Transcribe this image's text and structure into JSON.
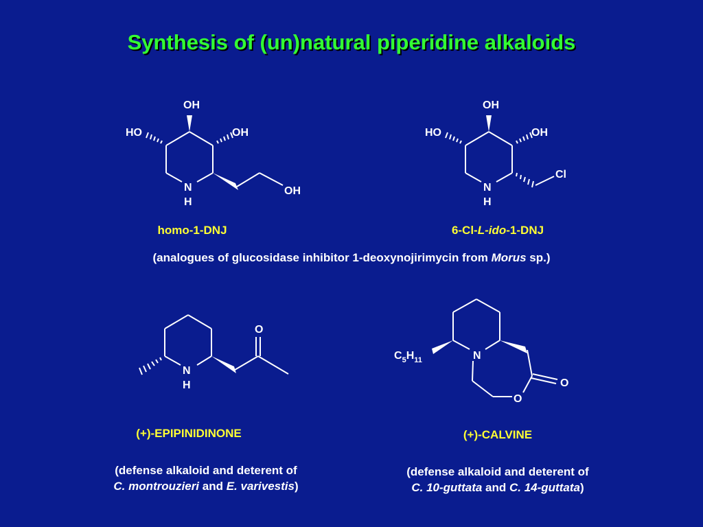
{
  "title": "Synthesis of (un)natural piperidine alkaloids",
  "atoms": {
    "oh": "OH",
    "ho": "HO",
    "n": "N",
    "h": "H",
    "cl": "Cl",
    "o": "O",
    "c": "C",
    "c_sub": "5",
    "h_sub": "11"
  },
  "compounds": {
    "homo": {
      "name": "homo-1-DNJ"
    },
    "cl_ido": {
      "name_a": "6-Cl-",
      "name_b": "L-ido",
      "name_c": "-1-DNJ"
    },
    "epipinidinone": {
      "name": "(+)-EPIPINIDINONE"
    },
    "calvine": {
      "name": "(+)-CALVINE"
    }
  },
  "captions": {
    "glucosidase": {
      "a": "(analogues of glucosidase inhibitor 1-deoxynojirimycin from ",
      "b": "Morus",
      "c": " sp.)"
    },
    "epi": {
      "line1": "(defense alkaloid and deterent of",
      "a": "C. montrouzieri",
      "b": " and ",
      "c": "E. varivestis",
      "d": ")"
    },
    "calv": {
      "line1": "(defense alkaloid and deterent of",
      "a": "C. 10-guttata",
      "b": " and ",
      "c": "C. 14-guttata",
      "d": ")"
    }
  },
  "colors": {
    "background": "#0a1c8f",
    "title": "#33ff33",
    "label": "#ffff33",
    "text": "#ffffff"
  }
}
